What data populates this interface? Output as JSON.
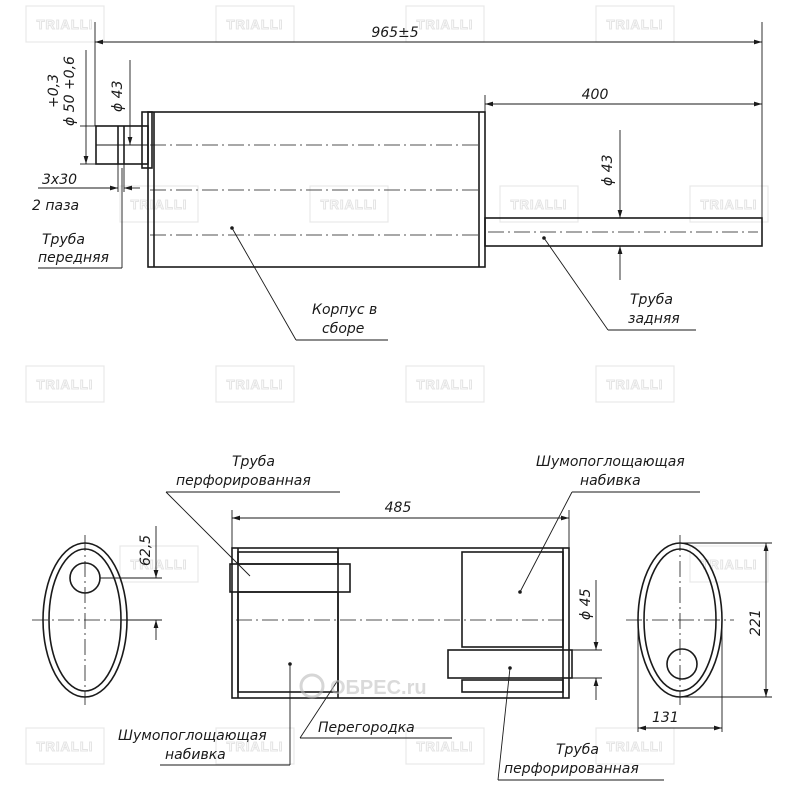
{
  "watermark": {
    "text": "TRIALLI"
  },
  "overlay_brand": {
    "text": "ОБРЕС.ru"
  },
  "top_view": {
    "dim_overall": "965±5",
    "dim_tail": "400",
    "dim_front_diam_a": "+0,3",
    "dim_front_diam_b": "ϕ 50 +0,6",
    "dim_front_diam_inner": "ϕ 43",
    "dim_tail_diam": "ϕ 43",
    "slots_a": "3х30",
    "slots_b": "2 паза",
    "label_front_pipe_a": "Труба",
    "label_front_pipe_b": "передняя",
    "label_body_a": "Корпус в",
    "label_body_b": "сборе",
    "label_rear_pipe_a": "Труба",
    "label_rear_pipe_b": "задняя"
  },
  "section_view": {
    "dim_length": "485",
    "dim_pipe_diam": "ϕ 45",
    "dim_offset": "62,5",
    "dim_height": "221",
    "dim_width": "131",
    "label_perf_top_a": "Труба",
    "label_perf_top_b": "перфорированная",
    "label_packing_top_a": "Шумопоглощающая",
    "label_packing_top_b": "набивка",
    "label_packing_bottom_a": "Шумопоглощающая",
    "label_packing_bottom_b": "набивка",
    "label_baffle": "Перегородка",
    "label_perf_bottom_a": "Труба",
    "label_perf_bottom_b": "перфорированная"
  }
}
